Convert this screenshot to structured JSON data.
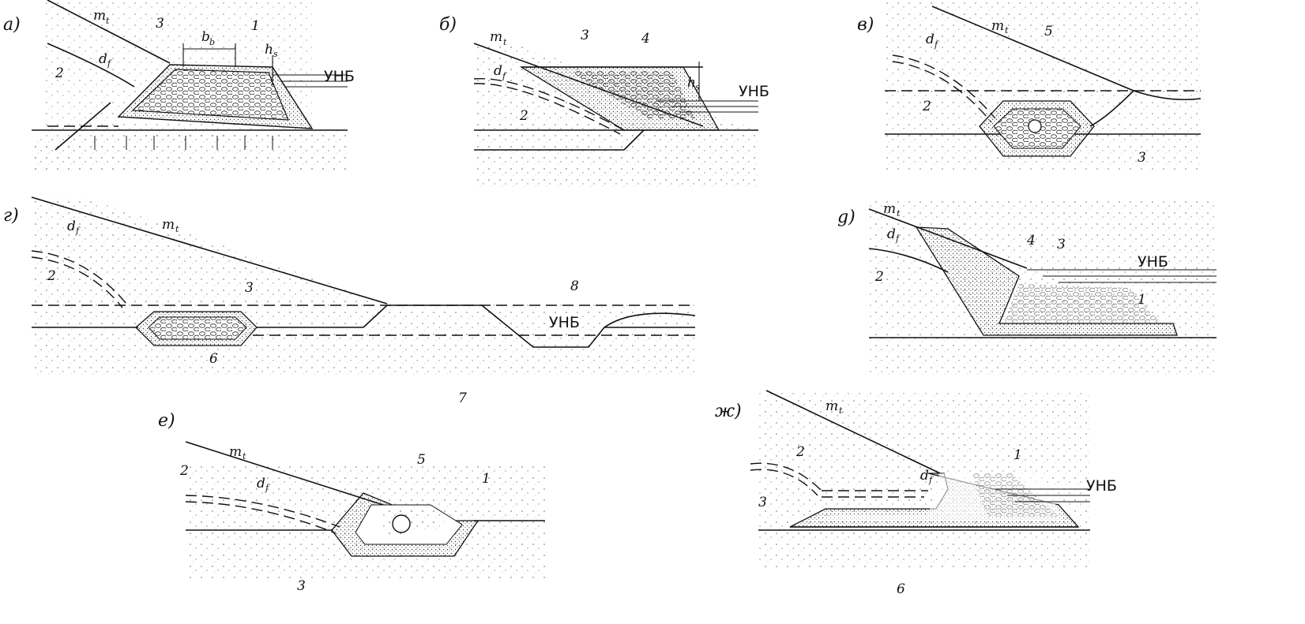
{
  "panels": [
    {
      "letter": "а)",
      "labels": [
        "m",
        "d",
        "b",
        "h",
        "1",
        "2",
        "3"
      ],
      "subs": [
        "t",
        "f",
        "b",
        "s"
      ],
      "water": "УНБ"
    },
    {
      "letter": "б)",
      "labels": [
        "m",
        "d",
        "h",
        "2",
        "3",
        "4"
      ],
      "subs": [
        "t",
        "f",
        "s"
      ],
      "water": "УНБ"
    },
    {
      "letter": "в)",
      "labels": [
        "m",
        "d",
        "2",
        "3",
        "5"
      ],
      "subs": [
        "t",
        "f"
      ]
    },
    {
      "letter": "г)",
      "labels": [
        "m",
        "d",
        "2",
        "3",
        "6",
        "7",
        "8"
      ],
      "subs": [
        "t",
        "f"
      ],
      "water": "УНБ"
    },
    {
      "letter": "g)",
      "labels": [
        "m",
        "d",
        "1",
        "2",
        "3",
        "4"
      ],
      "subs": [
        "t",
        "f"
      ],
      "water": "УНБ"
    },
    {
      "letter": "е)",
      "labels": [
        "m",
        "d",
        "1",
        "2",
        "3",
        "5"
      ],
      "subs": [
        "t",
        "f"
      ]
    },
    {
      "letter": "ж)",
      "labels": [
        "m",
        "d",
        "1",
        "2",
        "3",
        "6"
      ],
      "subs": [
        "t",
        "f"
      ],
      "water": "УНБ"
    }
  ]
}
